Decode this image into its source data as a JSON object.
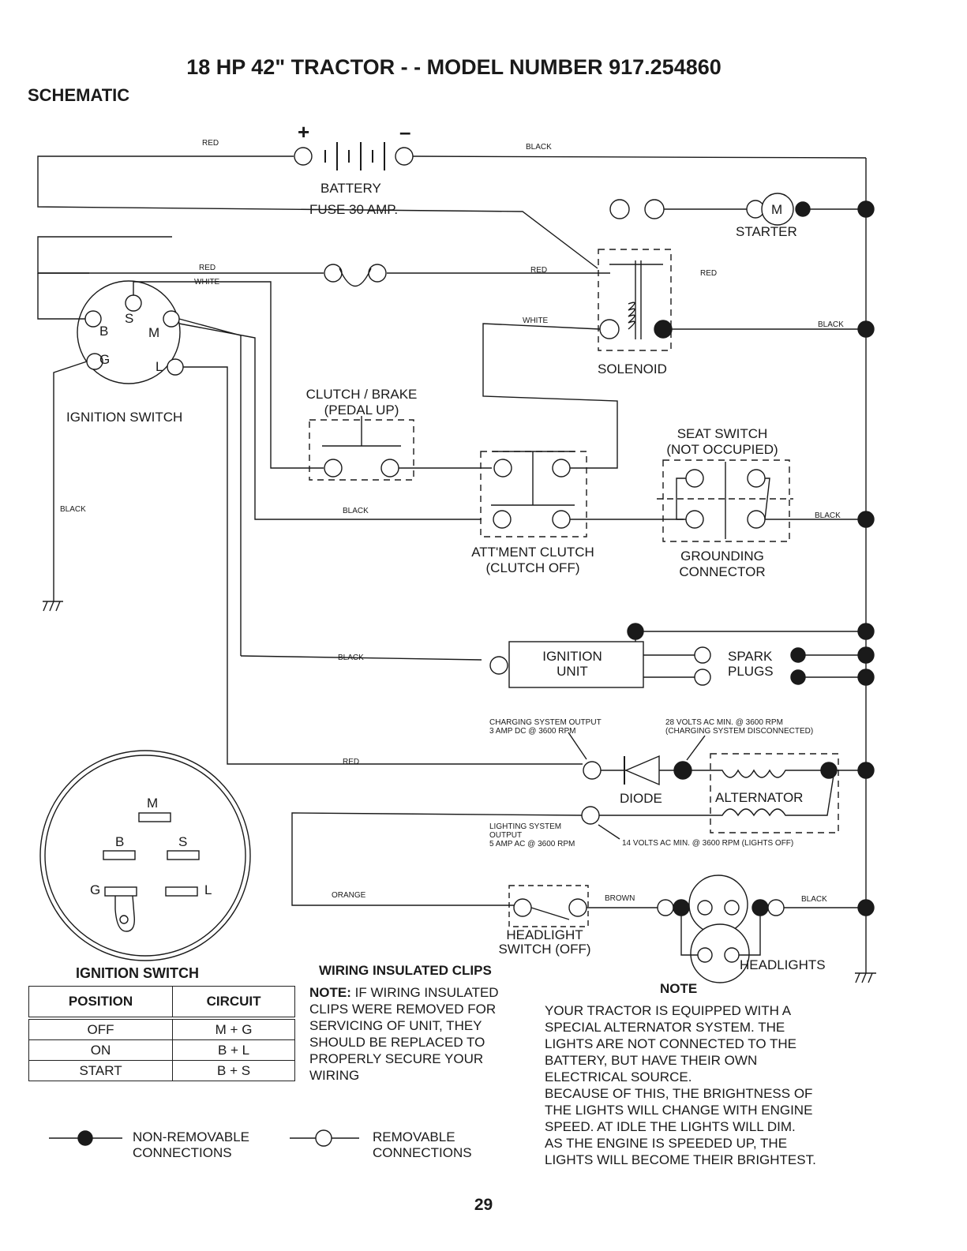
{
  "header": {
    "title": "18 HP 42\" TRACTOR - - MODEL NUMBER 917.254860",
    "subtitle": "SCHEMATIC"
  },
  "components": {
    "battery": "BATTERY",
    "battery_plus": "+",
    "battery_minus": "–",
    "fuse": "FUSE 30 AMP.",
    "starter": "STARTER",
    "starter_motor": "M",
    "solenoid": "SOLENOID",
    "ignition_switch": "IGNITION SWITCH",
    "switch_terminals": {
      "b": "B",
      "s": "S",
      "m": "M",
      "g": "G",
      "l": "L"
    },
    "clutch_brake": [
      "CLUTCH / BRAKE",
      "(PEDAL UP)"
    ],
    "seat_switch": [
      "SEAT SWITCH",
      "(NOT OCCUPIED)"
    ],
    "attachment_clutch": [
      "ATT'MENT CLUTCH",
      "(CLUTCH OFF)"
    ],
    "grounding_connector": [
      "GROUNDING",
      "CONNECTOR"
    ],
    "ignition_unit": [
      "IGNITION",
      "UNIT"
    ],
    "spark_plugs": [
      "SPARK",
      "PLUGS"
    ],
    "diode": "DIODE",
    "alternator": "ALTERNATOR",
    "headlight_switch": [
      "HEADLIGHT",
      "SWITCH (OFF)"
    ],
    "headlights": "HEADLIGHTS"
  },
  "wire_labels": {
    "red_top": "RED",
    "black_top": "BLACK",
    "red_fuse": "RED",
    "white_switch": "WHITE",
    "red_solenoid": "RED",
    "red_starter": "RED",
    "white_solenoid": "WHITE",
    "black_solenoid": "BLACK",
    "black_left": "BLACK",
    "black_clutch": "BLACK",
    "black_seat": "BLACK",
    "black_ignition": "BLACK",
    "red_diode": "RED",
    "orange": "ORANGE",
    "brown": "BROWN",
    "black_headlights": "BLACK"
  },
  "annotations": {
    "charging_output": [
      "CHARGING SYSTEM OUTPUT",
      "3 AMP DC @ 3600 RPM"
    ],
    "volts_28": [
      "28 VOLTS AC MIN. @ 3600 RPM",
      "(CHARGING SYSTEM DISCONNECTED)"
    ],
    "lighting_output": [
      "LIGHTING SYSTEM",
      "OUTPUT",
      "5 AMP AC @ 3600 RPM"
    ],
    "volts_14": "14 VOLTS AC MIN. @ 3600 RPM (LIGHTS OFF)"
  },
  "switch_diagram": {
    "title": "IGNITION SWITCH",
    "terminals": {
      "m": "M",
      "b": "B",
      "s": "S",
      "g": "G",
      "l": "L"
    }
  },
  "ignition_table": {
    "headers": [
      "POSITION",
      "CIRCUIT"
    ],
    "rows": [
      [
        "OFF",
        "M + G"
      ],
      [
        "ON",
        "B + L"
      ],
      [
        "START",
        "B + S"
      ]
    ]
  },
  "clips_note": {
    "title": "WIRING INSULATED CLIPS",
    "lead": "NOTE:",
    "lines": [
      " IF WIRING INSULATED",
      "CLIPS WERE REMOVED FOR",
      "SERVICING OF UNIT, THEY",
      "SHOULD BE REPLACED TO",
      "PROPERLY SECURE YOUR",
      "WIRING"
    ]
  },
  "note": {
    "title": "NOTE",
    "lines": [
      "YOUR TRACTOR IS EQUIPPED WITH A",
      "SPECIAL ALTERNATOR SYSTEM.  THE",
      "LIGHTS ARE NOT CONNECTED TO THE",
      "BATTERY, BUT HAVE THEIR OWN",
      "ELECTRICAL SOURCE.",
      "BECAUSE OF THIS, THE BRIGHTNESS OF",
      "THE LIGHTS WILL CHANGE WITH ENGINE",
      "SPEED.  AT IDLE THE LIGHTS WILL DIM.",
      "AS THE ENGINE IS SPEEDED UP, THE",
      "LIGHTS WILL BECOME THEIR BRIGHTEST."
    ]
  },
  "legend": {
    "non_removable": [
      "NON-REMOVABLE",
      "CONNECTIONS"
    ],
    "removable": [
      "REMOVABLE",
      "CONNECTIONS"
    ]
  },
  "page_number": "29"
}
